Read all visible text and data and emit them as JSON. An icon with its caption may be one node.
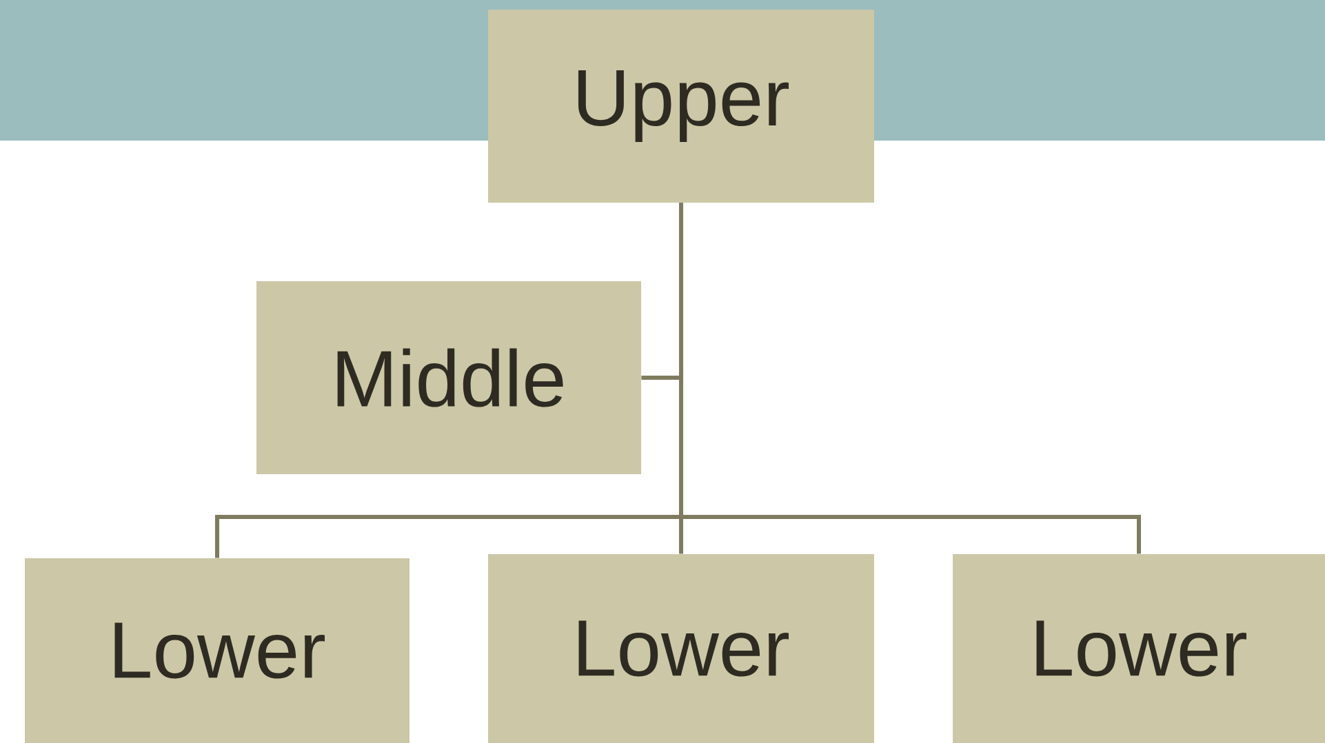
{
  "diagram": {
    "nodes": [
      {
        "text": [
          "Upper"
        ]
      },
      {
        "text": [
          "Middle"
        ]
      },
      {
        "text": [
          "Lower"
        ]
      },
      {
        "text": [
          "Lower"
        ]
      },
      {
        "text": [
          "Lower"
        ]
      }
    ],
    "edges": [
      {
        "from": 0,
        "to": 1,
        "arrow": "none"
      },
      {
        "from": 0,
        "to": 2,
        "arrow": "none"
      },
      {
        "from": 0,
        "to": 3,
        "arrow": "none"
      },
      {
        "from": 0,
        "to": 4,
        "arrow": "none"
      }
    ]
  }
}
